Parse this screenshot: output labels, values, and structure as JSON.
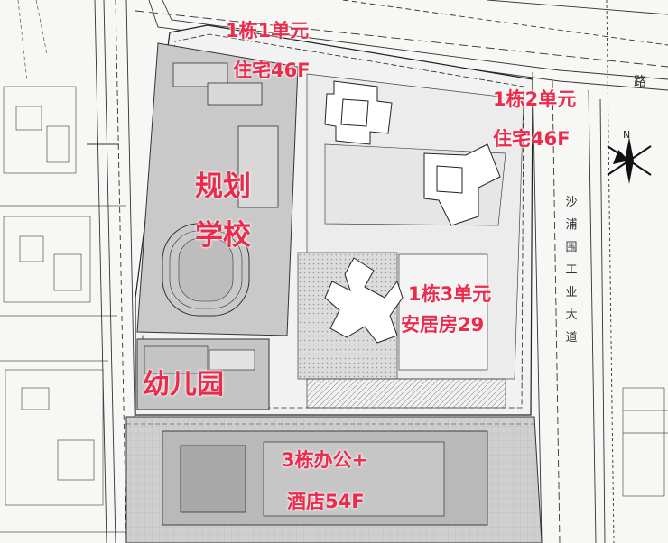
{
  "labels": {
    "tower1_unit1": {
      "line1": "1栋1单元",
      "line2": "住宅46F"
    },
    "tower1_unit2": {
      "line1": "1栋2单元",
      "line2": "住宅46F"
    },
    "school": {
      "line1": "规划",
      "line2": "学校"
    },
    "tower1_unit3": {
      "line1": "1栋3单元",
      "line2": "安居房29"
    },
    "kindergarten": "幼儿园",
    "tower3": {
      "line1": "3栋办公+",
      "line2": "酒店54F"
    }
  },
  "road_names": {
    "east_road": [
      "沙",
      "浦",
      "围",
      "工",
      "业",
      "大",
      "道"
    ],
    "north_road": "路"
  },
  "compass": {
    "north_letter": "N"
  },
  "colors": {
    "label": "#ec2a4b",
    "site_fill": "#c9c9c9",
    "linework": "#333333"
  }
}
